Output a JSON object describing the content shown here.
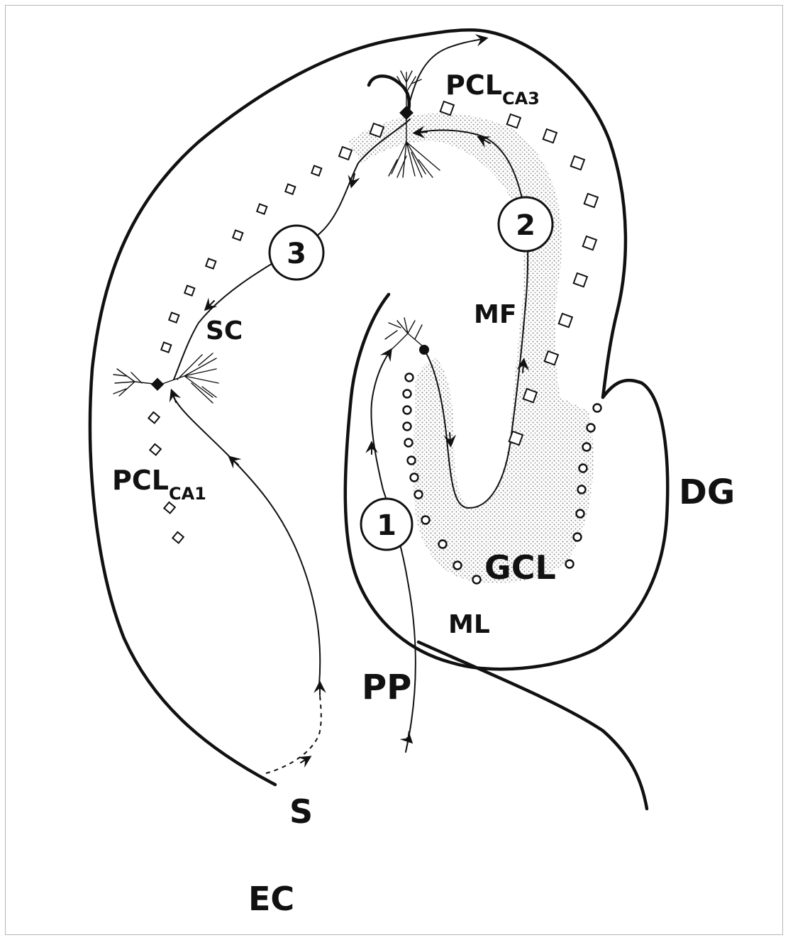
{
  "labels": {
    "pcl_ca3_main": "PCL",
    "pcl_ca3_sub": "CA3",
    "pcl_ca1_main": "PCL",
    "pcl_ca1_sub": "CA1",
    "sc": "SC",
    "mf": "MF",
    "dg": "DG",
    "gcl": "GCL",
    "ml": "ML",
    "pp": "PP",
    "s": "S",
    "ec": "EC"
  },
  "pathways": {
    "step1": "1",
    "step2": "2",
    "step3": "3"
  },
  "colors": {
    "ink": "#111111",
    "stipple": "#9a9a9a",
    "border": "#b5b5b5"
  }
}
